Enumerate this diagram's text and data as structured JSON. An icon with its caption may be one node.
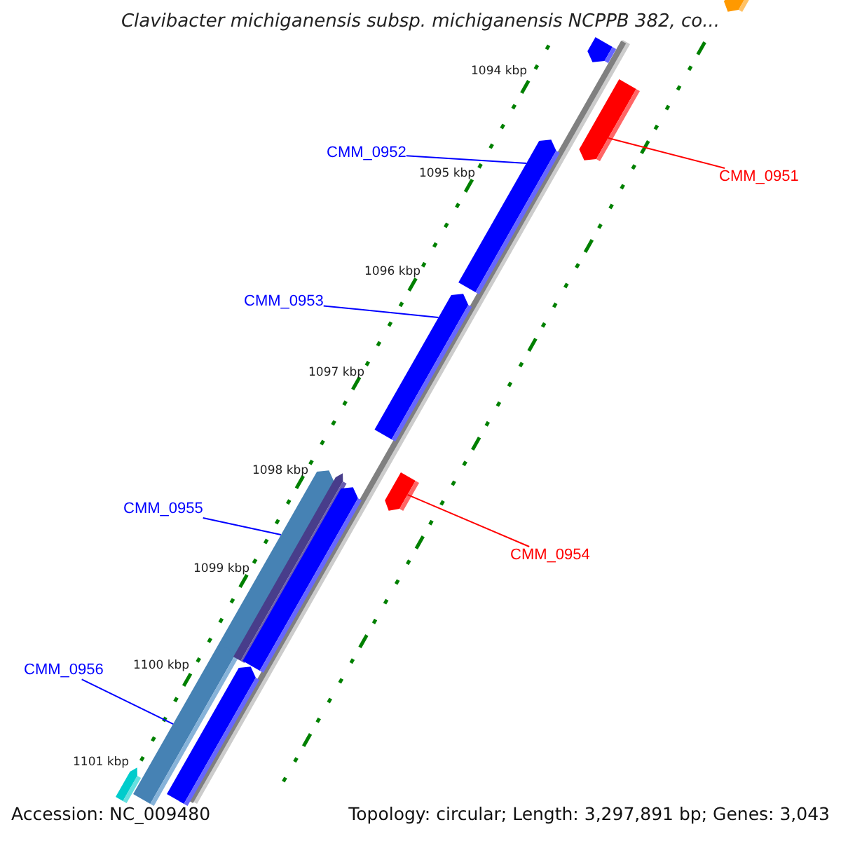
{
  "diagram": {
    "title": "Clavibacter michiganensis subsp. michiganensis NCPPB 382, co...",
    "nodes": [
      {
        "text": [
          "CMM_0952"
        ]
      },
      {
        "text": [
          "CMM_0951"
        ]
      },
      {
        "text": [
          "CMM_0953"
        ]
      },
      {
        "text": [
          "CMM_0955"
        ]
      },
      {
        "text": [
          "CMM_0954"
        ]
      },
      {
        "text": [
          "CMM_0956"
        ]
      },
      {
        "text": [],
        "shape": "arrow"
      },
      {
        "text": [],
        "shape": "arrow"
      },
      {
        "text": [],
        "shape": "arrow"
      },
      {
        "text": [],
        "shape": "arrow"
      },
      {
        "text": [],
        "shape": "arrow"
      },
      {
        "text": [],
        "shape": "arrow"
      },
      {
        "text": [],
        "shape": "arrow"
      },
      {
        "text": [],
        "shape": "arrow"
      },
      {
        "text": [],
        "shape": "arrow"
      },
      {
        "text": [],
        "shape": "arrow"
      },
      {
        "text": [],
        "shape": "arrow"
      },
      {
        "text": [],
        "shape": "arrow"
      }
    ],
    "edges": [
      {
        "from": 0,
        "to": 9,
        "arrow": "none"
      },
      {
        "from": 1,
        "to": 8,
        "arrow": "none",
        "color": "#ff0000"
      },
      {
        "from": 2,
        "to": 10,
        "arrow": "none"
      },
      {
        "from": 3,
        "to": 11,
        "arrow": "none"
      },
      {
        "from": 4,
        "to": 13,
        "arrow": "none",
        "color": "#ff0000"
      },
      {
        "from": 5,
        "to": 15,
        "arrow": "none"
      }
    ],
    "labels": [
      "1094 kbp",
      "1095 kbp",
      "1096 kbp",
      "1097 kbp",
      "1098 kbp",
      "1099 kbp",
      "1100 kbp",
      "1101 kbp",
      "Accession: NC_009480",
      "Topology: circular; Length: 3,297,891 bp; Genes: 3,043"
    ]
  }
}
